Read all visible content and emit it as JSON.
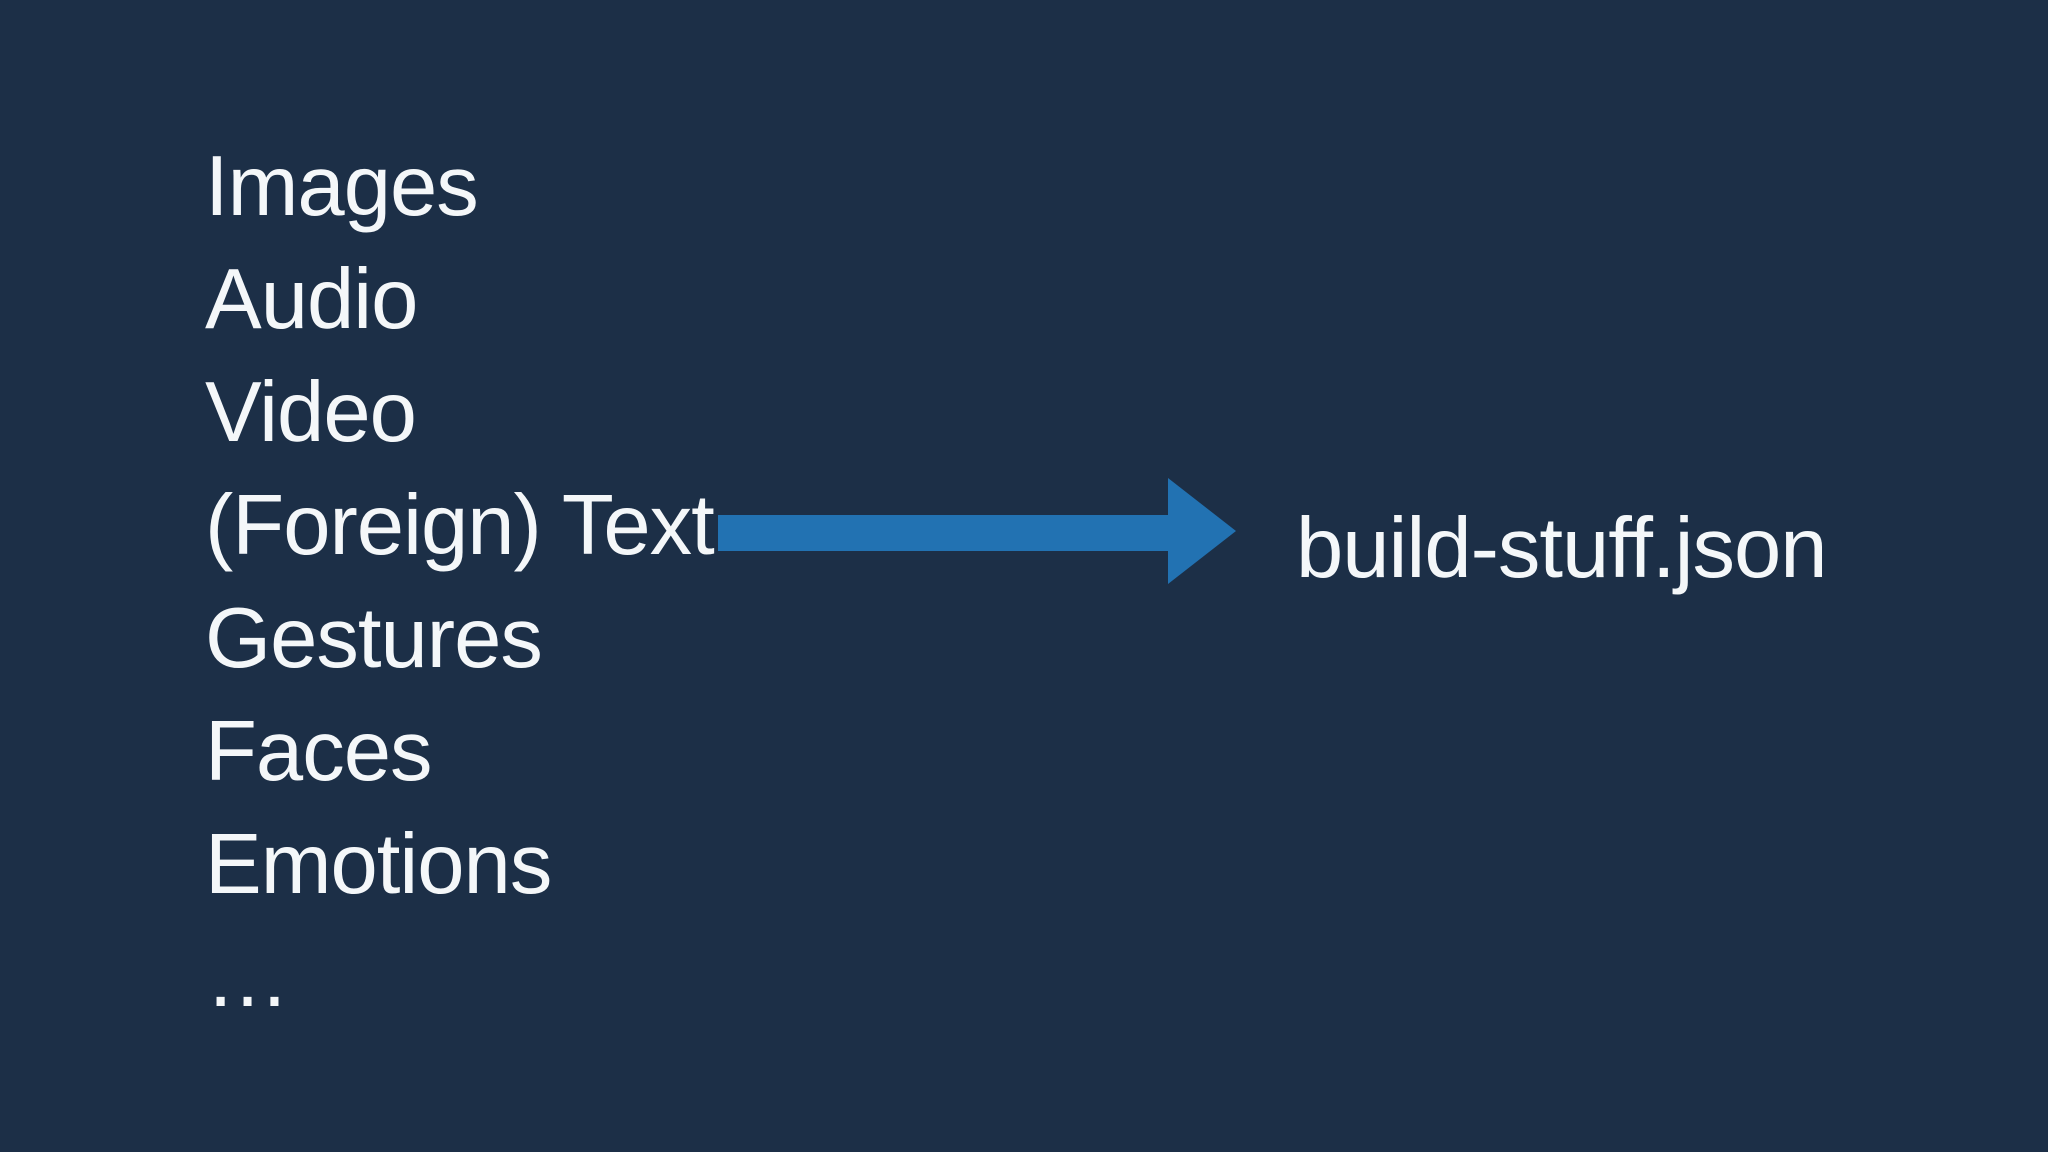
{
  "slide": {
    "colors": {
      "background": "#1c2f47",
      "text": "#f4f7f9",
      "arrow": "#2272b2"
    },
    "inputs": [
      "Images",
      "Audio",
      "Video",
      "(Foreign) Text",
      "Gestures",
      "Faces",
      "Emotions",
      "…"
    ],
    "output_label": "build-stuff.json"
  }
}
